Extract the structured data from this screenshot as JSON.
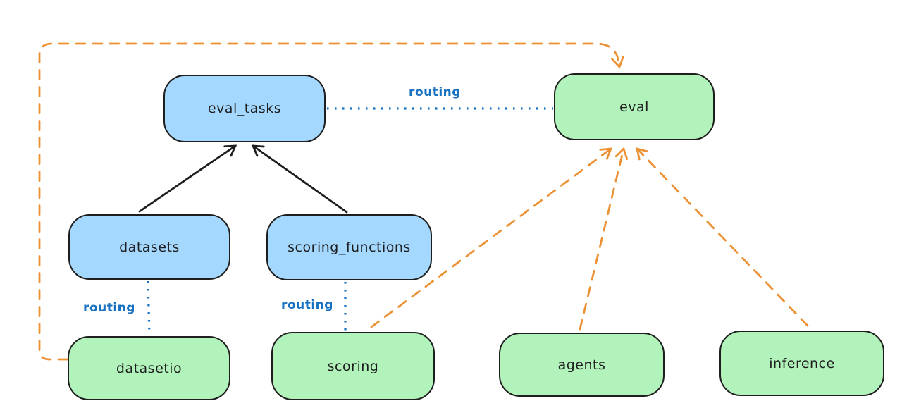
{
  "diagram": {
    "nodes": [
      {
        "id": "eval_tasks",
        "label": "eval_tasks",
        "fill": "blue"
      },
      {
        "id": "eval",
        "label": "eval",
        "fill": "green"
      },
      {
        "id": "datasets",
        "label": "datasets",
        "fill": "blue"
      },
      {
        "id": "scoring_functions",
        "label": "scoring_functions",
        "fill": "blue"
      },
      {
        "id": "datasetio",
        "label": "datasetio",
        "fill": "green"
      },
      {
        "id": "scoring",
        "label": "scoring",
        "fill": "green"
      },
      {
        "id": "agents",
        "label": "agents",
        "fill": "green"
      },
      {
        "id": "inference",
        "label": "inference",
        "fill": "green"
      }
    ],
    "edges": [
      {
        "from": "datasets",
        "to": "eval_tasks",
        "style": "solid-arrow",
        "color": "black"
      },
      {
        "from": "scoring_functions",
        "to": "eval_tasks",
        "style": "solid-arrow",
        "color": "black"
      },
      {
        "from": "eval_tasks",
        "to": "eval",
        "style": "dotted",
        "color": "blue",
        "label": "routing"
      },
      {
        "from": "datasets",
        "to": "datasetio",
        "style": "dotted",
        "color": "blue",
        "label": "routing"
      },
      {
        "from": "scoring_functions",
        "to": "scoring",
        "style": "dotted",
        "color": "blue",
        "label": "routing"
      },
      {
        "from": "datasetio",
        "to": "eval",
        "style": "dashed-arrow",
        "color": "orange"
      },
      {
        "from": "scoring",
        "to": "eval",
        "style": "dashed-arrow",
        "color": "orange"
      },
      {
        "from": "agents",
        "to": "eval",
        "style": "dashed-arrow",
        "color": "orange"
      },
      {
        "from": "inference",
        "to": "eval",
        "style": "dashed-arrow",
        "color": "orange"
      }
    ],
    "colors": {
      "blue_fill": "#a5d8ff",
      "green_fill": "#b2f2bb",
      "stroke": "#1e1e1e",
      "routing_blue": "#1971c2",
      "orange": "#ec9235",
      "canvas_bg": "#ffffff"
    }
  }
}
